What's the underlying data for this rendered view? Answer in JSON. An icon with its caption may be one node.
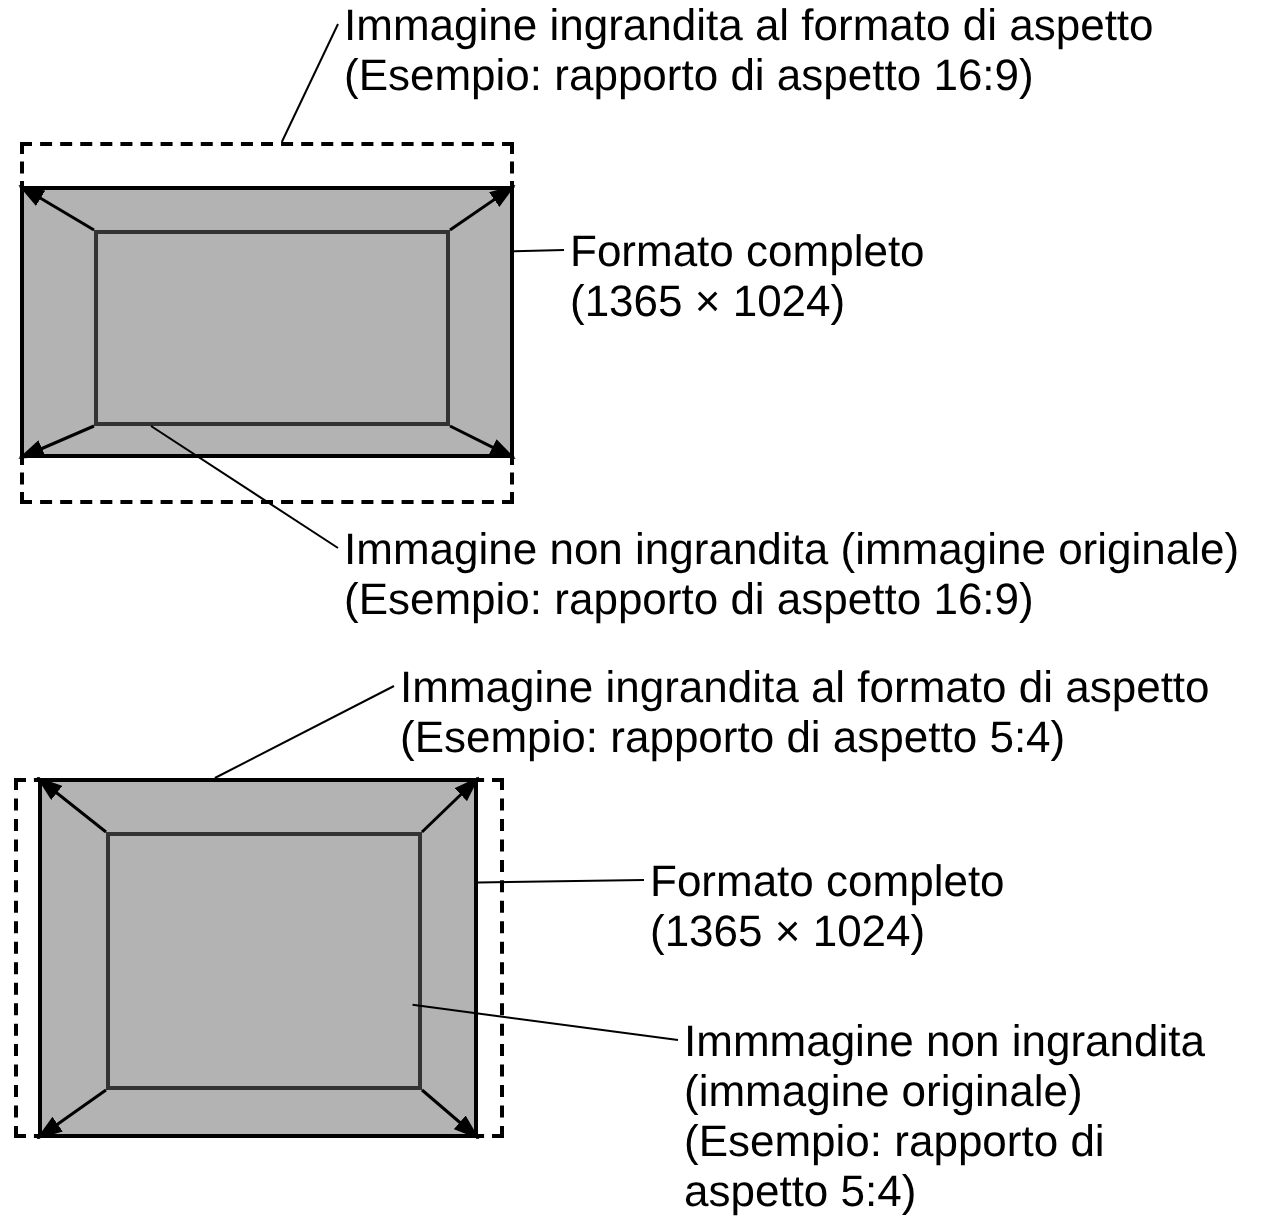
{
  "diagram": {
    "nodes": [
      {
        "text": [
          "Immagine ingrandita al formato di aspetto",
          "(Esempio: rapporto di aspetto 16:9)"
        ]
      },
      {
        "text": [],
        "shape": "box"
      },
      {
        "text": [],
        "shape": "box",
        "in": 1
      },
      {
        "text": [],
        "shape": "box",
        "in": 2
      },
      {
        "text": [
          "Formato completo",
          "(1365 × 1024)"
        ]
      },
      {
        "text": [
          "Immagine non ingrandita (immagine originale)",
          "(Esempio: rapporto di aspetto 16:9)"
        ]
      },
      {
        "text": [
          "Immagine ingrandita al formato di aspetto",
          "(Esempio: rapporto di aspetto 5:4)"
        ]
      },
      {
        "text": [],
        "shape": "box"
      },
      {
        "text": [],
        "shape": "box",
        "in": 7
      },
      {
        "text": [],
        "shape": "box",
        "in": 8
      },
      {
        "text": [
          "Formato completo",
          "(1365 × 1024)"
        ]
      },
      {
        "text": [
          "Immmagine non ingrandita",
          "(immagine originale)",
          "(Esempio: rapporto di aspetto 5:4)"
        ]
      }
    ],
    "edges": [
      {
        "from": 0,
        "to": 1,
        "arrow": "none"
      },
      {
        "from": 4,
        "to": 2,
        "arrow": "none"
      },
      {
        "from": 5,
        "to": 3,
        "arrow": "none"
      },
      {
        "from": 6,
        "to": 7,
        "arrow": "none"
      },
      {
        "from": 10,
        "to": 8,
        "arrow": "none"
      },
      {
        "from": 11,
        "to": 9,
        "arrow": "none"
      },
      {
        "from": 3,
        "to": 2,
        "arrow": "to"
      },
      {
        "from": 3,
        "to": 2,
        "arrow": "to"
      },
      {
        "from": 3,
        "to": 2,
        "arrow": "to"
      },
      {
        "from": 3,
        "to": 2,
        "arrow": "to"
      },
      {
        "from": 9,
        "to": 8,
        "arrow": "to"
      },
      {
        "from": 9,
        "to": 8,
        "arrow": "to"
      },
      {
        "from": 9,
        "to": 8,
        "arrow": "to"
      },
      {
        "from": 9,
        "to": 8,
        "arrow": "to"
      }
    ]
  }
}
